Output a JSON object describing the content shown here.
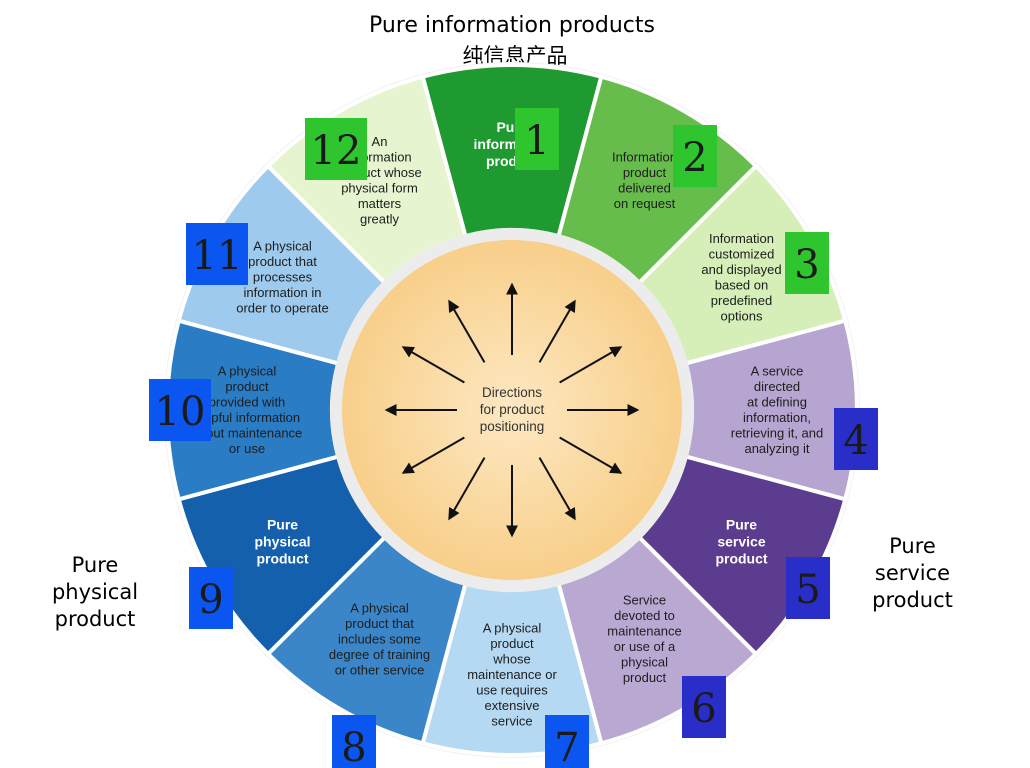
{
  "title": "Pure information products",
  "subtitle": "纯信息产品",
  "left_label": "Pure\nphysical\nproduct",
  "right_label": "Pure\nservice\nproduct",
  "center": {
    "lines": [
      "Directions",
      "for product",
      "positioning"
    ]
  },
  "segments": [
    {
      "number": "1",
      "lines": [
        "Pure",
        "information",
        "product"
      ],
      "bold": true,
      "color": "#1f9a30",
      "badge_color": "#2fc52f"
    },
    {
      "number": "2",
      "lines": [
        "Information",
        "product",
        "delivered",
        "on request"
      ],
      "bold": false,
      "color": "#67bd4c",
      "badge_color": "#2fc52f"
    },
    {
      "number": "3",
      "lines": [
        "Information",
        "customized",
        "and displayed",
        "based on",
        "predefined",
        "options"
      ],
      "bold": false,
      "color": "#d6efb8",
      "badge_color": "#2fc52f"
    },
    {
      "number": "4",
      "lines": [
        "A service",
        "directed",
        "at defining",
        "information,",
        "retrieving it, and",
        "analyzing it"
      ],
      "bold": false,
      "color": "#b6a5d0",
      "badge_color": "#2a2ec8"
    },
    {
      "number": "5",
      "lines": [
        "Pure",
        "service",
        "product"
      ],
      "bold": true,
      "color": "#5b3c8f",
      "badge_color": "#2a2ec8"
    },
    {
      "number": "6",
      "lines": [
        "Service",
        "devoted to",
        "maintenance",
        "or use of a",
        "physical",
        "product"
      ],
      "bold": false,
      "color": "#b9a9d2",
      "badge_color": "#2a2ec8"
    },
    {
      "number": "7",
      "lines": [
        "A physical",
        "product",
        "whose",
        "maintenance or",
        "use requires",
        "extensive",
        "service"
      ],
      "bold": false,
      "color": "#b6d9f3",
      "badge_color": "#0b55f0"
    },
    {
      "number": "8",
      "lines": [
        "A physical",
        "product that",
        "includes some",
        "degree of training",
        "or other service"
      ],
      "bold": false,
      "color": "#3b86c9",
      "badge_color": "#0b55f0"
    },
    {
      "number": "9",
      "lines": [
        "Pure",
        "physical",
        "product"
      ],
      "bold": true,
      "color": "#1460ad",
      "badge_color": "#0b55f0"
    },
    {
      "number": "10",
      "lines": [
        "A physical",
        "product",
        "provided with",
        "helpful information",
        "about maintenance",
        "or use"
      ],
      "bold": false,
      "color": "#2a7cc5",
      "badge_color": "#0b55f0"
    },
    {
      "number": "11",
      "lines": [
        "A physical",
        "product that",
        "processes",
        "information in",
        "order to operate"
      ],
      "bold": false,
      "color": "#9dcaed",
      "badge_color": "#0b55f0"
    },
    {
      "number": "12",
      "lines": [
        "An",
        "information",
        "product whose",
        "physical form",
        "matters",
        "greatly"
      ],
      "bold": false,
      "color": "#e6f4cf",
      "badge_color": "#2fc52f"
    }
  ]
}
